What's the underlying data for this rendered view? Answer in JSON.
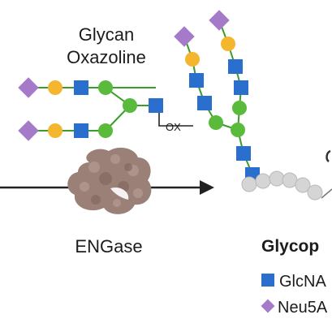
{
  "labels": {
    "oxazoline_line1": "Glycan",
    "oxazoline_line2": "Oxazoline",
    "ox_tag": "OX",
    "enzyme": "ENGase",
    "product_partial": "Glycop",
    "legend_glcnac": "GlcNA",
    "legend_neu5ac": "Neu5A"
  },
  "colors": {
    "neu5ac": "#a57bc9",
    "galactose": "#f4b52f",
    "glcnac": "#2b6fce",
    "mannose": "#59ba3c",
    "linkage": "#3a9d2a",
    "arrow": "#222222",
    "protein_bead": "#d5d5d5",
    "enzyme_body": "#9b8078"
  },
  "legend": [
    {
      "shape": "square",
      "color_key": "glcnac",
      "label_key": "legend_glcnac"
    },
    {
      "shape": "diamond",
      "color_key": "neu5ac",
      "label_key": "legend_neu5ac"
    }
  ]
}
